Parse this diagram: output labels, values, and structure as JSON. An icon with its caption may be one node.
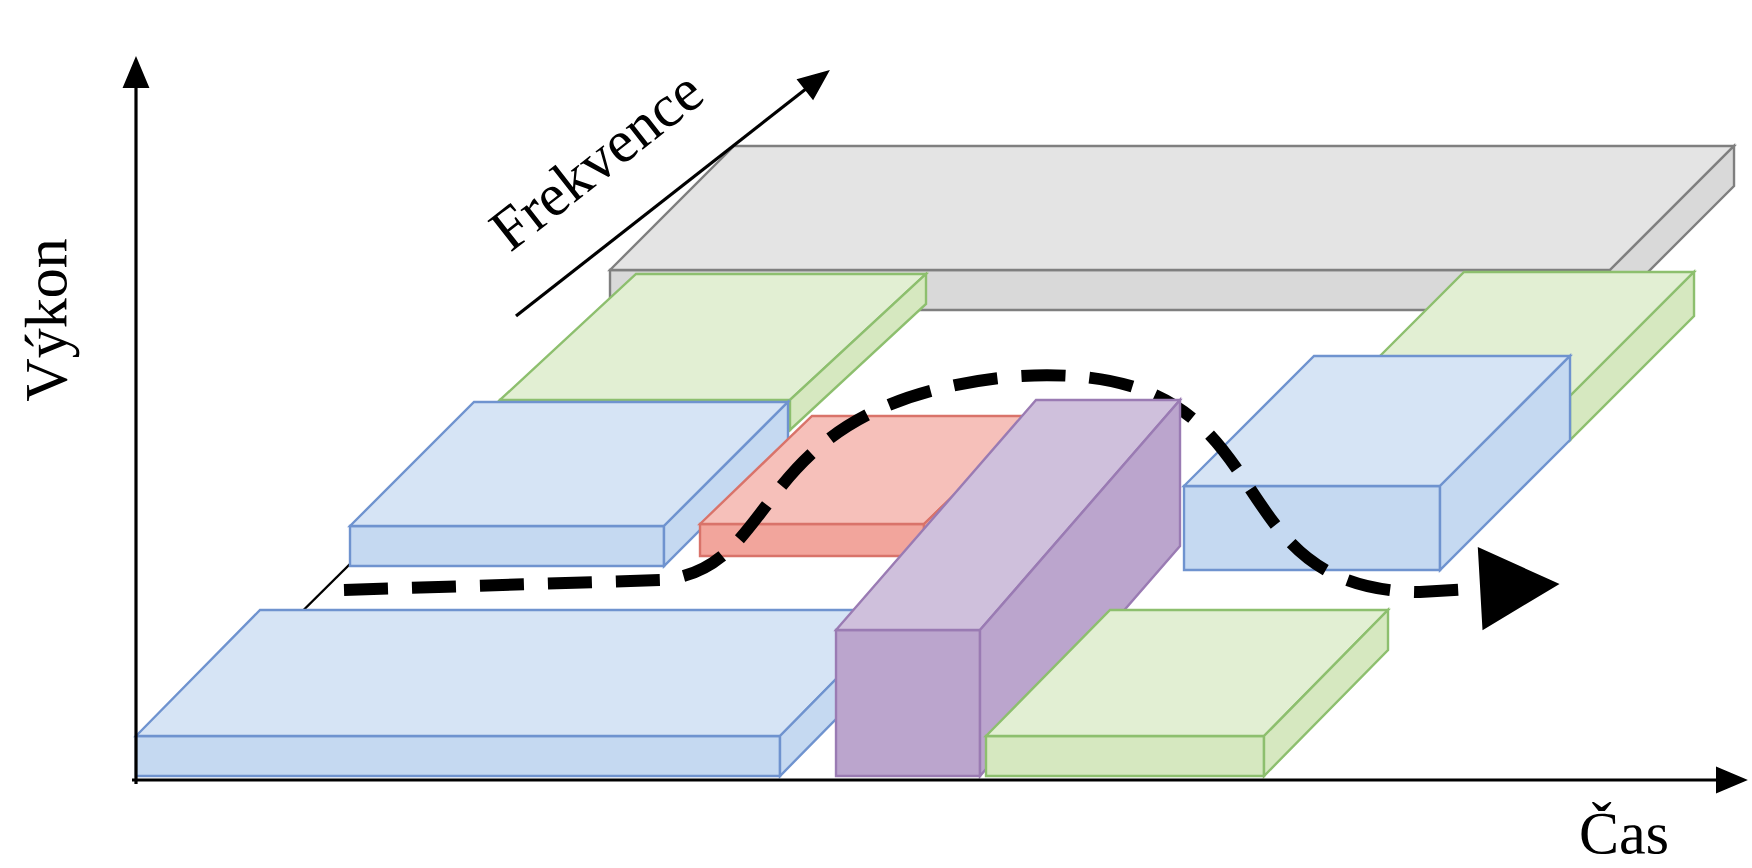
{
  "diagram": {
    "labels": [
      "Výkon",
      "Frekvence",
      "Čas"
    ]
  }
}
